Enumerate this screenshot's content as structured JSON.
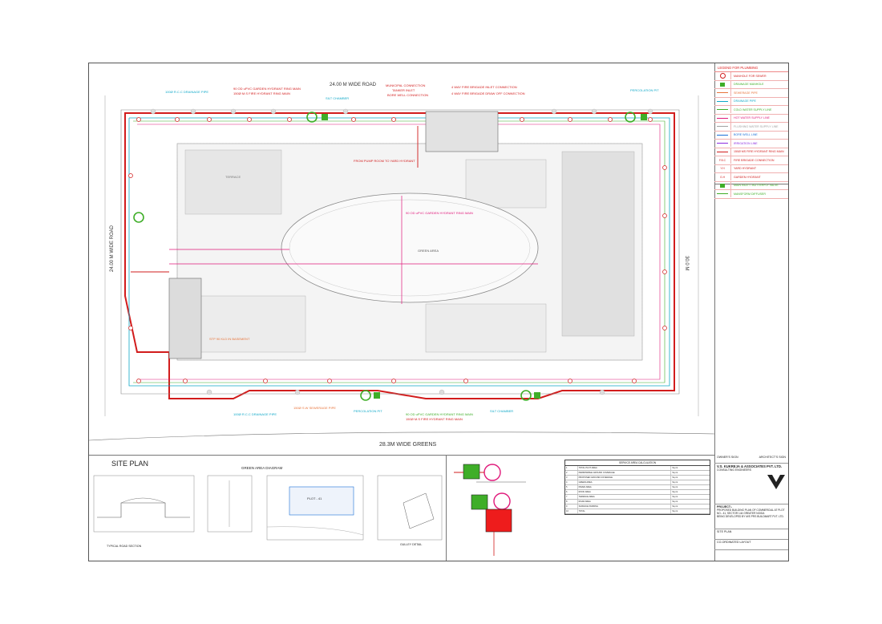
{
  "plan": {
    "road_top": "24.00 M WIDE ROAD",
    "road_left": "24.00 M WIDE ROAD",
    "road_bottom": "28.3M WIDE GREENS",
    "road_right": "30.0 M",
    "labels_top": [
      {
        "text": "MUNICIPAL CONNECTION",
        "cls": "red"
      },
      {
        "text": "TANKER INLET",
        "cls": "red"
      },
      {
        "text": "BORE WELL CONNECTION",
        "cls": "red"
      },
      {
        "text": "4 WAY FIRE BRIGADE INLET CONNECTION",
        "cls": "red"
      },
      {
        "text": "4 WAY FIRE BRIGADE DRAW OFF CONNECTION",
        "cls": "red"
      },
      {
        "text": "PERCOLATION PIT",
        "cls": "cyan"
      },
      {
        "text": "SILT CHAMBER",
        "cls": "cyan"
      },
      {
        "text": "100Ø R.C.C DRAINAGE PIPE",
        "cls": "cyan"
      },
      {
        "text": "90 OD uPVC GARDEN HYDRANT RING MAIN",
        "cls": "red"
      },
      {
        "text": "150Ø M.S FIRE HYDRANT RING MAIN",
        "cls": "red"
      }
    ],
    "labels_center": [
      {
        "text": "90 OD uPVC GARDEN HYDRANT RING MAIN",
        "cls": "pink"
      },
      {
        "text": "GREEN AREA",
        "cls": ""
      },
      {
        "text": "TERRACE",
        "cls": ""
      },
      {
        "text": "STP 90 KLD IN BASEMENT",
        "cls": "orange"
      },
      {
        "text": "FROM PUMP ROOM TO YARD HYDRANT",
        "cls": "red"
      }
    ],
    "labels_bottom": [
      {
        "text": "PERCOLATION PIT",
        "cls": "cyan"
      },
      {
        "text": "SILT CHAMBER",
        "cls": "cyan"
      },
      {
        "text": "100Ø R.C.C DRAINAGE PIPE",
        "cls": "cyan"
      },
      {
        "text": "150Ø S.W SEWERAGE PIPE",
        "cls": "orange"
      },
      {
        "text": "90 OD uPVC GARDEN HYDRANT RING MAIN",
        "cls": "green"
      },
      {
        "text": "150Ø M.S FIRE HYDRANT RING MAIN",
        "cls": "red"
      }
    ]
  },
  "legend": {
    "title": "LEGEND FOR PLUMBING",
    "items": [
      {
        "label": "MANHOLE FOR SEWER",
        "color": "#d21c1c",
        "sym": "circle"
      },
      {
        "label": "DRAINAGE MANHOLE",
        "color": "#3fae28",
        "sym": "square"
      },
      {
        "label": "SEWERAGE PIPE",
        "color": "#e8743b",
        "sym": "line"
      },
      {
        "label": "DRAINAGE PIPE",
        "color": "#0fa8c8",
        "sym": "line"
      },
      {
        "label": "COLD WATER SUPPLY LINE",
        "color": "#3fae28",
        "sym": "line"
      },
      {
        "label": "HOT WATER SUPPLY LINE",
        "color": "#e0187a",
        "sym": "line"
      },
      {
        "label": "FLUSHING WATER SUPPLY LINE",
        "color": "#a0a0a0",
        "sym": "line"
      },
      {
        "label": "BORE WELL LINE",
        "color": "#1a6fd8",
        "sym": "line"
      },
      {
        "label": "IRRIGATION LINE",
        "color": "#8a2be2",
        "sym": "line"
      },
      {
        "label": "150Ø MS FIRE HYDRANT RING MAIN",
        "color": "#d21c1c",
        "sym": "line"
      },
      {
        "label": "FIRE BRIGADE CONNECTION",
        "color": "#d21c1c",
        "sym": "text",
        "code": "F.B.C"
      },
      {
        "label": "YARD HYDRANT",
        "color": "#d21c1c",
        "sym": "text",
        "code": "Y.H"
      },
      {
        "label": "GARDEN HYDRANT",
        "color": "#d21c1c",
        "sym": "text",
        "code": "G.H"
      },
      {
        "label": "MAIN INLET / BUTTERFLY VALVE",
        "color": "#3fae28",
        "sym": "square"
      },
      {
        "label": "MANSFORM DIFFUSER",
        "color": "#3fae28",
        "sym": "line"
      }
    ]
  },
  "bottom": {
    "site_plan_title": "SITE PLAN",
    "green_area_title": "GREEN AREA DIAGRAM",
    "road_section": "TYPICAL ROAD SECTION",
    "plot_label": "PLOT - 41",
    "gully_detail": "GULLEY DETAIL",
    "table_title": "SERVICE AREA CALCULATION"
  },
  "title_block": {
    "owner_sign": "OWNER'S SIGN",
    "architect_sign": "ARCHITECT'S SIGN",
    "firm": "V.S. KUKREJA & ASSOCIATES PVT. LTD.",
    "firm_sub": "CONSULTING ENGINEERS",
    "project_label": "PROJECT:-",
    "project": "PROPOSED BUILDING PLAN OF COMMERCIAL AT PLOT NO.- 41, SECTOR 144 GREATER NOIDA",
    "developer": "BEING DEVELOPED BY M/S PRS BUILDMART PVT. LTD.",
    "drawing": "SITE PLAN",
    "sheet_note": "CO-ORDINATED LAYOUT"
  },
  "table_rows": [
    [
      "1",
      "TOTAL PLOT AREA",
      "Sq.mt"
    ],
    [
      "2",
      "PERMISSIBLE GROUND COVERAGE",
      "Sq.mt"
    ],
    [
      "3",
      "PROPOSED GROUND COVERAGE",
      "Sq.mt"
    ],
    [
      "4",
      "GREEN AREA",
      "Sq.mt"
    ],
    [
      "5",
      "PAVED AREA",
      "Sq.mt"
    ],
    [
      "6",
      "ROOF AREA",
      "Sq.mt"
    ],
    [
      "7",
      "TERRACE AREA",
      "Sq.mt"
    ],
    [
      "8",
      "ROAD AREA",
      "Sq.mt"
    ],
    [
      "9",
      "SURFACE PARKING",
      "Sq.mt"
    ],
    [
      "10",
      "TOTAL",
      "Sq.mt"
    ]
  ]
}
